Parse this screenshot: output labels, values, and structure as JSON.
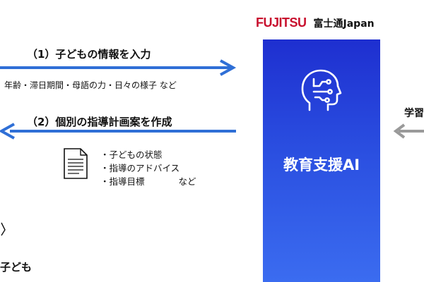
{
  "logo": {
    "brand": "FUJITSU",
    "company": "富士通Japan"
  },
  "ai_box": {
    "title": "教育支援AI",
    "icon": "ai-head-circuit-icon"
  },
  "step1": {
    "label": "（1）子どもの情報を入力",
    "detail": "年齢・滞日期間・母語の力・日々の様子 など"
  },
  "step2": {
    "label": "（2）個別の指導計画案を作成",
    "items": [
      "・子どもの状態",
      "・指導のアドバイス",
      "・指導目標"
    ],
    "items_suffix": "など",
    "icon": "document-icon"
  },
  "right_partial_label": "学習",
  "child_label": "子ども",
  "colors": {
    "arrow_blue": "#2f6fd6",
    "arrow_gray": "#9a9a9a",
    "ai_box_top": "#1e2fd0",
    "ai_box_bottom": "#3b6cf0",
    "brand_red": "#c8102e"
  }
}
